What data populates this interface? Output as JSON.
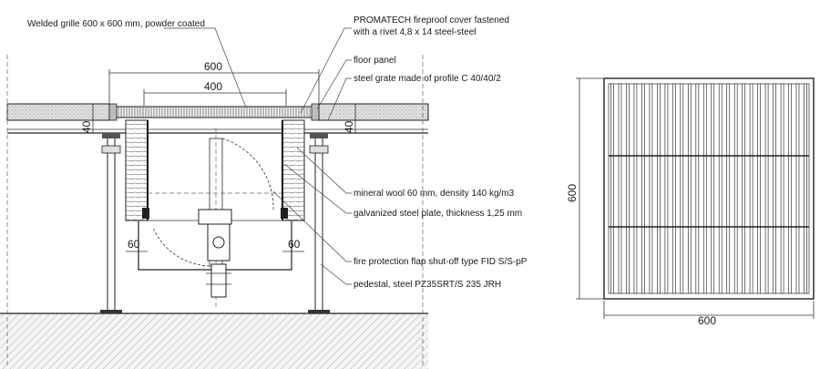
{
  "labels": {
    "welded_grille": "Welded grille 600 x 600 mm, powder coated",
    "promatech_line1": "PROMATECH fireproof cover fastened",
    "promatech_line2": "with a rivet 4,8 x 14 steel-steel",
    "floor_panel": "floor panel",
    "steel_grate": "steel grate made of profile C 40/40/2",
    "mineral_wool": "mineral wool 60 mm, density 140 kg/m3",
    "galvanized_plate": "galvanized steel plate, thickness 1,25 mm",
    "fire_flap": "fire protection flap shut-off type FID S/S-pP",
    "pedestal": "pedestal, steel PZ35SRT/S 235 JRH"
  },
  "dimensions": {
    "section_outer_width": "600",
    "section_inner_width": "400",
    "panel_thickness_left": "40",
    "panel_thickness_right": "40",
    "wool_left": "60",
    "wool_right": "60",
    "plan_height": "600",
    "plan_width": "600"
  }
}
